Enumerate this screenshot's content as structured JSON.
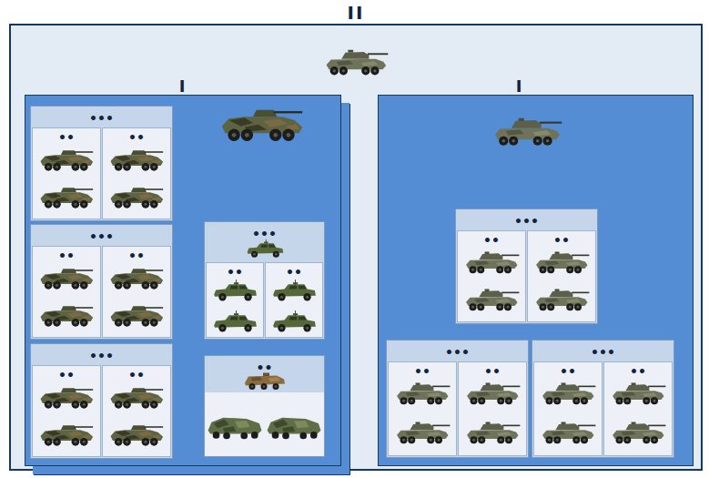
{
  "diagram": {
    "nodes": [
      {
        "text": [
          "II"
        ]
      },
      {
        "text": [
          "I"
        ],
        "in": 0
      },
      {
        "text": [
          "•••"
        ],
        "in": 1
      },
      {
        "text": [
          "••"
        ],
        "in": 2
      },
      {
        "text": [
          "••"
        ],
        "in": 2
      },
      {
        "text": [
          "•••"
        ],
        "in": 1
      },
      {
        "text": [
          "••"
        ],
        "in": 5
      },
      {
        "text": [
          "••"
        ],
        "in": 5
      },
      {
        "text": [
          "•••"
        ],
        "in": 1
      },
      {
        "text": [
          "••"
        ],
        "in": 8
      },
      {
        "text": [
          "••"
        ],
        "in": 8
      },
      {
        "text": [
          "•••"
        ],
        "in": 1
      },
      {
        "text": [
          "••"
        ],
        "in": 11
      },
      {
        "text": [
          "••"
        ],
        "in": 11
      },
      {
        "text": [
          "••"
        ],
        "in": 1
      },
      {
        "text": [
          "I"
        ],
        "in": 0
      },
      {
        "text": [
          "•••"
        ],
        "in": 15
      },
      {
        "text": [
          "••"
        ],
        "in": 16
      },
      {
        "text": [
          "••"
        ],
        "in": 16
      },
      {
        "text": [
          "•••"
        ],
        "in": 15
      },
      {
        "text": [
          "••"
        ],
        "in": 19
      },
      {
        "text": [
          "••"
        ],
        "in": 19
      },
      {
        "text": [
          "•••"
        ],
        "in": 15
      },
      {
        "text": [
          "••"
        ],
        "in": 22
      },
      {
        "text": [
          "••"
        ],
        "in": 22
      }
    ]
  }
}
